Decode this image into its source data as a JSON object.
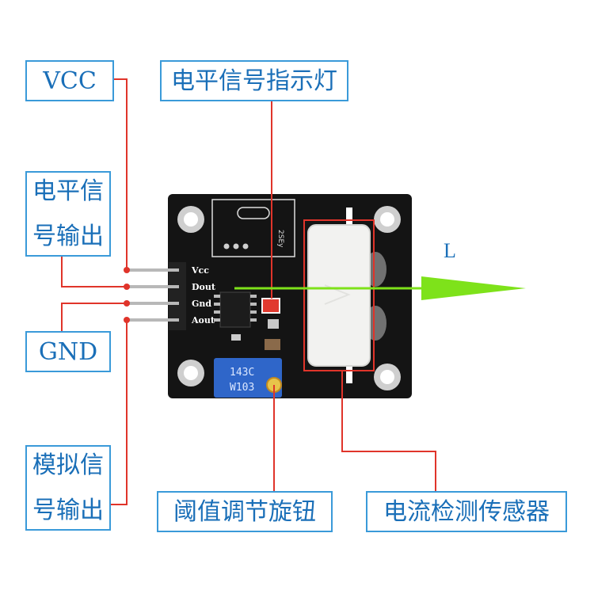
{
  "labels": {
    "vcc": "VCC",
    "level_out_line1": "电平信",
    "level_out_line2": "号输出",
    "gnd": "GND",
    "analog_out_line1": "模拟信",
    "analog_out_line2": "号输出",
    "indicator": "电平信号指示灯",
    "threshold_knob": "阈值调节旋钮",
    "current_sensor": "电流检测传感器"
  },
  "pins": [
    "Vcc",
    "Dout",
    "Gnd",
    "Aout"
  ],
  "board_text": {
    "trimmer_top": "143C",
    "trimmer_bottom": "W103",
    "chip_marking": "2SEy"
  },
  "direction_label": "L",
  "colors": {
    "label_border": "#3a9ad9",
    "label_text": "#1a6fb8",
    "leader_line": "#e0342a",
    "arrow": "#7ee21a",
    "board": "#141414",
    "trimmer": "#2f66c9"
  }
}
